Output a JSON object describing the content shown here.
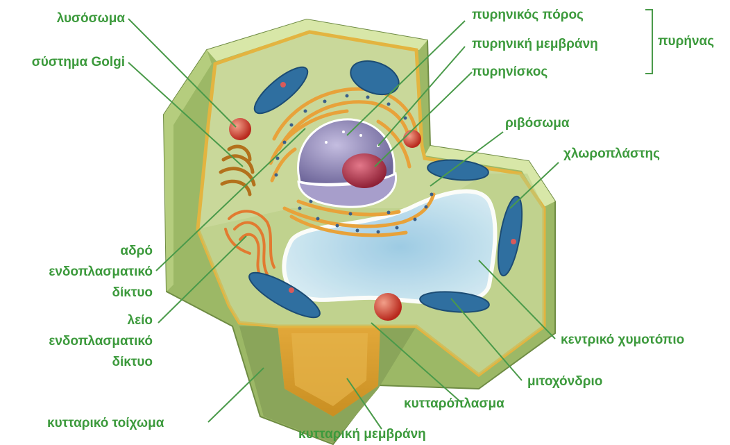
{
  "labels": {
    "lysosome": "λυσόσωμα",
    "golgi": "σύστημα Golgi",
    "rough_er": [
      "αδρό",
      "ενδοπλασματικό",
      "δίκτυο"
    ],
    "smooth_er": [
      "λείο",
      "ενδοπλασματικό",
      "δίκτυο"
    ],
    "cell_wall": "κυτταρικό τοίχωμα",
    "cell_membrane": "κυτταρική μεμβράνη",
    "cytoplasm": "κυτταρόπλασμα",
    "mitochondrion": "μιτοχόνδριο",
    "central_vacuole": "κεντρικό χυμοτόπιο",
    "chloroplast": "χλωροπλάστης",
    "ribosome": "ριβόσωμα",
    "nuclear_pore": "πυρηνικός πόρος",
    "nuclear_membrane": "πυρηνική μεμβράνη",
    "nucleolus": "πυρηνίσκος",
    "nucleus": "πυρήνας"
  },
  "colors": {
    "label": "#3c9a3c",
    "leader_line": "#4a9a4a",
    "wall": "#9cb866",
    "cytoplasm": "#c9d89a",
    "vacuole": "#bfe0f2",
    "chloroplast": "#2f6fa0",
    "lysosome": "#cc3b2a",
    "nucleus": "#8e86b8",
    "nucleolus": "#b0384d",
    "er": "#e8a23a",
    "membrane": "#e3b440"
  }
}
